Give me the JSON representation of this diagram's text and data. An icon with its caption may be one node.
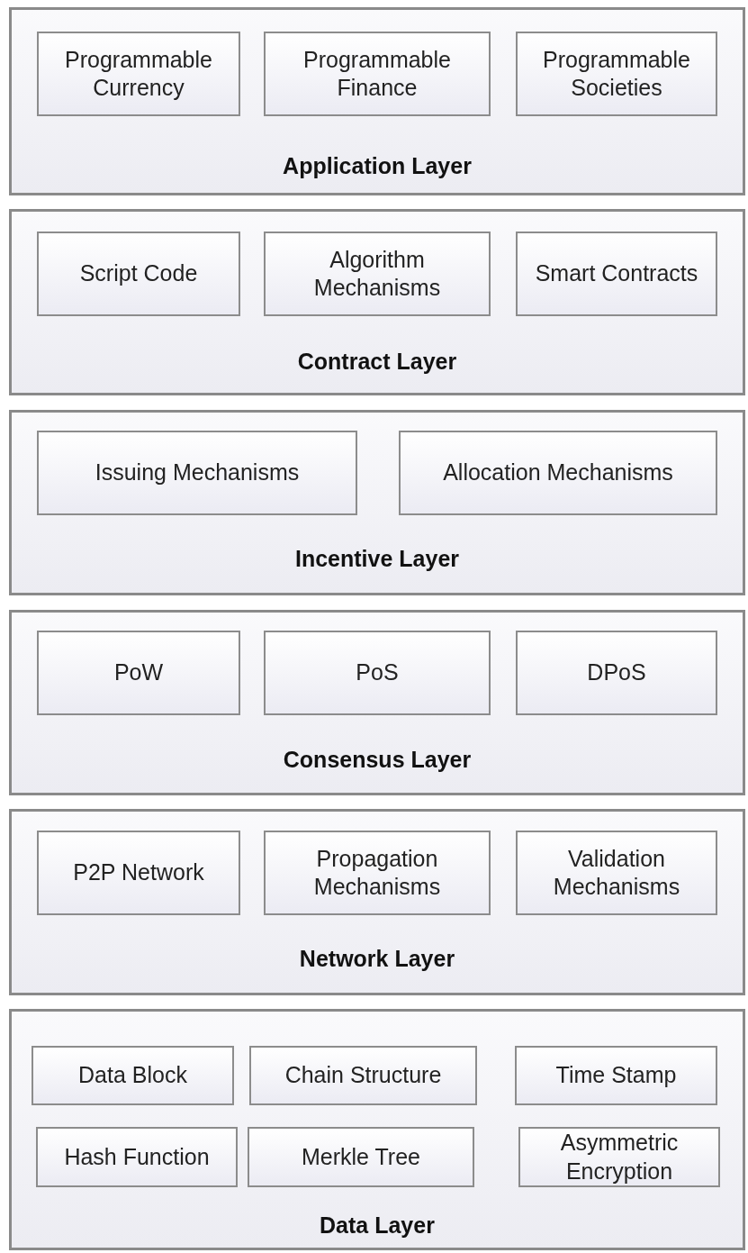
{
  "diagram": {
    "nodes": [
      {
        "text": [
          "Application Layer"
        ]
      },
      {
        "text": [
          "Programmable Currency"
        ],
        "in": 0
      },
      {
        "text": [
          "Programmable Finance"
        ],
        "in": 0
      },
      {
        "text": [
          "Programmable Societies"
        ],
        "in": 0
      },
      {
        "text": [
          "Contract Layer"
        ]
      },
      {
        "text": [
          "Script Code"
        ],
        "in": 4
      },
      {
        "text": [
          "Algorithm Mechanisms"
        ],
        "in": 4
      },
      {
        "text": [
          "Smart Contracts"
        ],
        "in": 4
      },
      {
        "text": [
          "Incentive Layer"
        ]
      },
      {
        "text": [
          "Issuing Mechanisms"
        ],
        "in": 8
      },
      {
        "text": [
          "Allocation Mechanisms"
        ],
        "in": 8
      },
      {
        "text": [
          "Consensus Layer"
        ]
      },
      {
        "text": [
          "PoW"
        ],
        "in": 11
      },
      {
        "text": [
          "PoS"
        ],
        "in": 11
      },
      {
        "text": [
          "DPoS"
        ],
        "in": 11
      },
      {
        "text": [
          "Network Layer"
        ]
      },
      {
        "text": [
          "P2P Network"
        ],
        "in": 15
      },
      {
        "text": [
          "Propagation Mechanisms"
        ],
        "in": 15
      },
      {
        "text": [
          "Validation Mechanisms"
        ],
        "in": 15
      },
      {
        "text": [
          "Data Layer"
        ]
      },
      {
        "text": [
          "Data Block"
        ],
        "in": 19
      },
      {
        "text": [
          "Chain Structure"
        ],
        "in": 19
      },
      {
        "text": [
          "Time Stamp"
        ],
        "in": 19
      },
      {
        "text": [
          "Hash Function"
        ],
        "in": 19
      },
      {
        "text": [
          "Merkle Tree"
        ],
        "in": 19
      },
      {
        "text": [
          "Asymmetric Encryption"
        ],
        "in": 19
      }
    ]
  }
}
